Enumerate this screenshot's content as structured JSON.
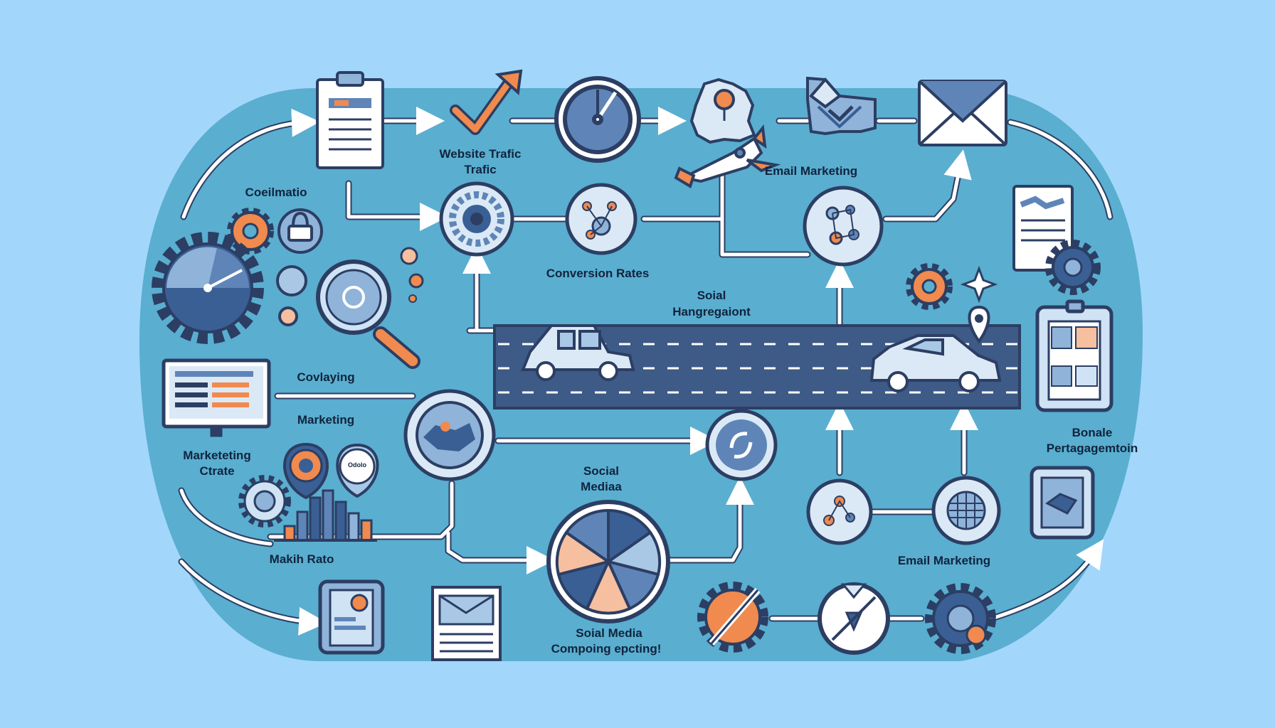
{
  "labels": {
    "website_traffic_1": "Website Trafic",
    "website_traffic_2": "Trafic",
    "email_marketing_top": "Email Marketing",
    "coeilmatio": "Coeilmatio",
    "conversion_rates": "Conversion Rates",
    "social_1": "Soial",
    "social_2": "Hangregaiont",
    "covlaying": "Covlaying",
    "marketing": "Marketing",
    "marketing_create_1": "Marketeting",
    "marketing_create_2": "Ctrate",
    "social_media_mid_1": "Social",
    "social_media_mid_2": "Mediaa",
    "makih_rato": "Makih Rato",
    "email_marketing_bottom": "Email Marketing",
    "bonale_1": "Bonale",
    "bonale_2": "Pertagagemtoin",
    "social_media_bottom_1": "Soial Media",
    "social_media_bottom_2": "Compoing epcting!",
    "badge_text": "Odolo"
  },
  "colors": {
    "background": "#a3d6fb",
    "board": "#5aaed0",
    "navy": "#2c3e63",
    "dark_blue": "#3a5f95",
    "mid_blue": "#5f85b8",
    "light_blue": "#cfe3f5",
    "orange": "#f08a4e",
    "peach": "#f6bfa0",
    "road": "#3e5a86",
    "white": "#ffffff"
  },
  "icons": [
    "clipboard-icon",
    "trend-arrow-icon",
    "clock-icon",
    "badge-icon",
    "rocket-icon",
    "shield-check-icon",
    "envelope-icon",
    "gear-icon",
    "speedometer-icon",
    "magnifier-icon",
    "monitor-icon",
    "pie-chart-icon",
    "bar-chart-icon",
    "car-icon",
    "location-pin-icon",
    "sparkle-icon",
    "tablet-icon",
    "network-icon"
  ]
}
